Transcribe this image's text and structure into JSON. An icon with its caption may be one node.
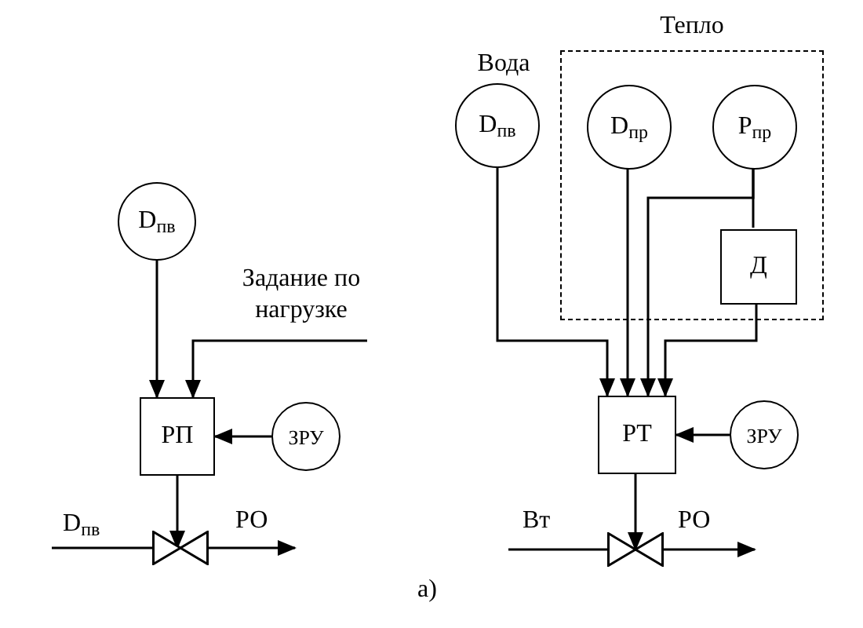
{
  "diagram": {
    "nodes": [
      {
        "text": [
          "D$_{пв}$"
        ]
      },
      {
        "text": [
          "Задание по нагрузке"
        ]
      },
      {
        "text": [
          "РП"
        ]
      },
      {
        "text": [
          "ЗРУ"
        ]
      },
      {
        "text": [],
        "shape": "valve"
      },
      {
        "text": [
          "D$_{пв}$"
        ],
        "beside": [
          "Вода"
        ]
      },
      {
        "text": [
          "Тепло"
        ]
      },
      {
        "text": [
          "D$_{пр}$"
        ],
        "in": 6
      },
      {
        "text": [
          "P$_{пр}$"
        ],
        "in": 6
      },
      {
        "text": [
          "Д"
        ],
        "in": 6
      },
      {
        "text": [
          "РТ"
        ]
      },
      {
        "text": [
          "ЗРУ"
        ]
      },
      {
        "text": [],
        "shape": "valve"
      }
    ],
    "edges": [
      {
        "from": 0,
        "to": 2,
        "arrow": "to"
      },
      {
        "from": 1,
        "to": 2,
        "arrow": "to"
      },
      {
        "from": 3,
        "to": 2,
        "arrow": "to"
      },
      {
        "from": 2,
        "to": 4,
        "arrow": "to"
      },
      {
        "from": null,
        "to": 4,
        "arrow": "none"
      },
      {
        "from": 4,
        "to": null,
        "arrow": "to"
      },
      {
        "from": 5,
        "to": 10,
        "arrow": "to"
      },
      {
        "from": 7,
        "to": 10,
        "arrow": "to"
      },
      {
        "from": 8,
        "to": 10,
        "arrow": "to"
      },
      {
        "from": 8,
        "to": 9,
        "arrow": "none"
      },
      {
        "from": 9,
        "to": 10,
        "arrow": "to"
      },
      {
        "from": 11,
        "to": 10,
        "arrow": "to"
      },
      {
        "from": 10,
        "to": 12,
        "arrow": "to"
      },
      {
        "from": null,
        "to": 12,
        "arrow": "none"
      },
      {
        "from": 12,
        "to": null,
        "arrow": "to"
      }
    ],
    "labels": [
      "D$_{пв}$",
      "РО",
      "Вт",
      "РО",
      "а)"
    ]
  }
}
